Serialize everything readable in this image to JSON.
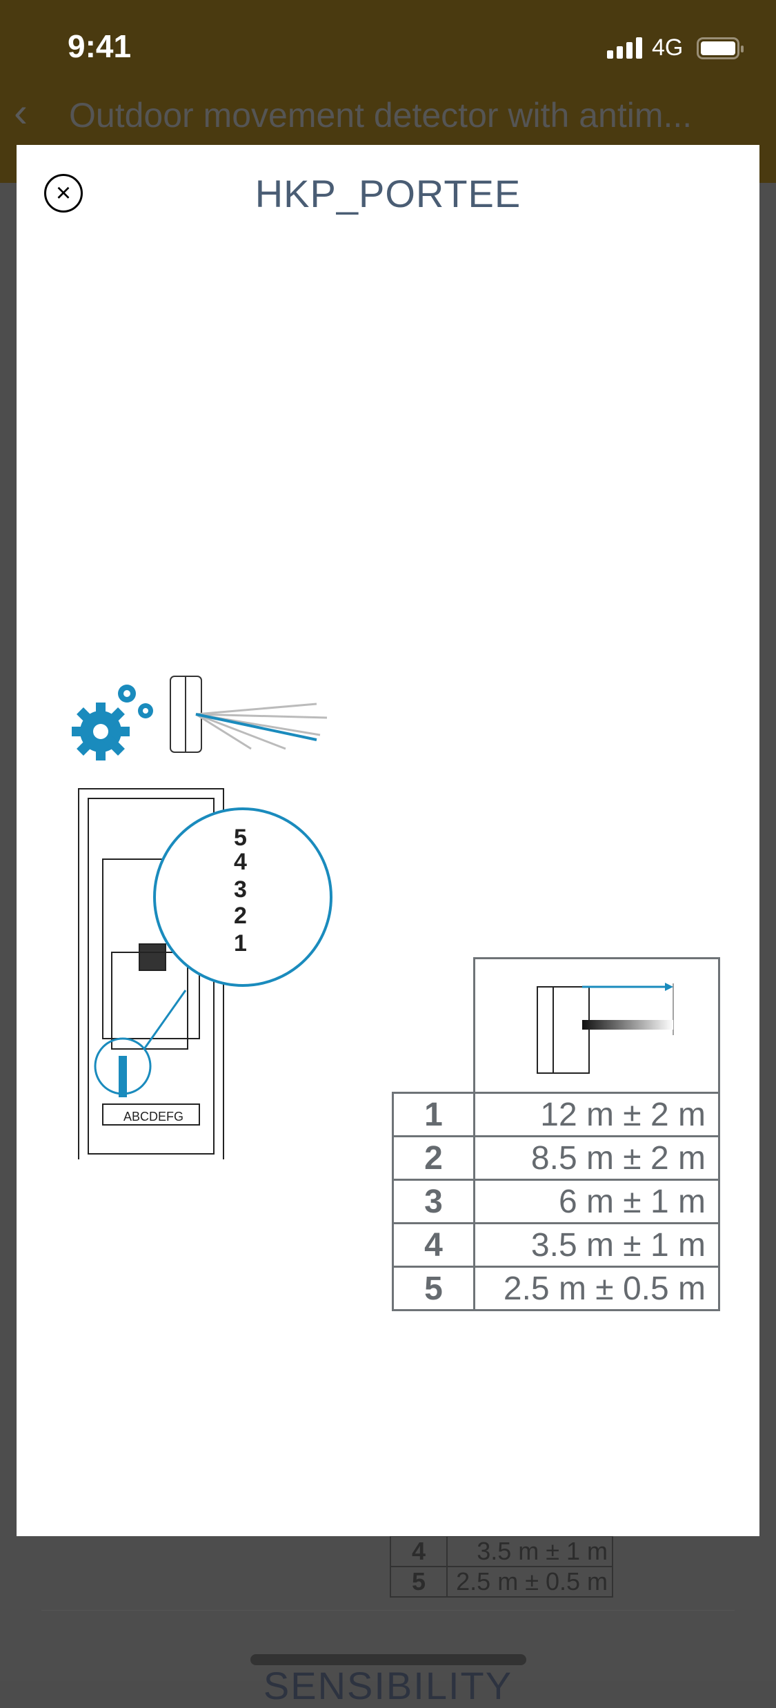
{
  "status_bar": {
    "time": "9:41",
    "network": "4G"
  },
  "nav": {
    "title": "Outdoor movement detector with antim..."
  },
  "modal": {
    "title": "HKP_PORTEE"
  },
  "diagram": {
    "terminal_labels": "ABCDEFG",
    "dial_labels": [
      "5",
      "4",
      "3",
      "2",
      "1"
    ],
    "range_table": [
      {
        "setting": "1",
        "range": "12 m ± 2 m"
      },
      {
        "setting": "2",
        "range": "8.5 m ± 2 m"
      },
      {
        "setting": "3",
        "range": "6 m ± 1 m"
      },
      {
        "setting": "4",
        "range": "3.5 m ± 1 m"
      },
      {
        "setting": "5",
        "range": "2.5 m ± 0.5 m"
      }
    ],
    "accent": "#1a8bbd"
  },
  "background": {
    "section_heading": "SENSIBILITY"
  }
}
